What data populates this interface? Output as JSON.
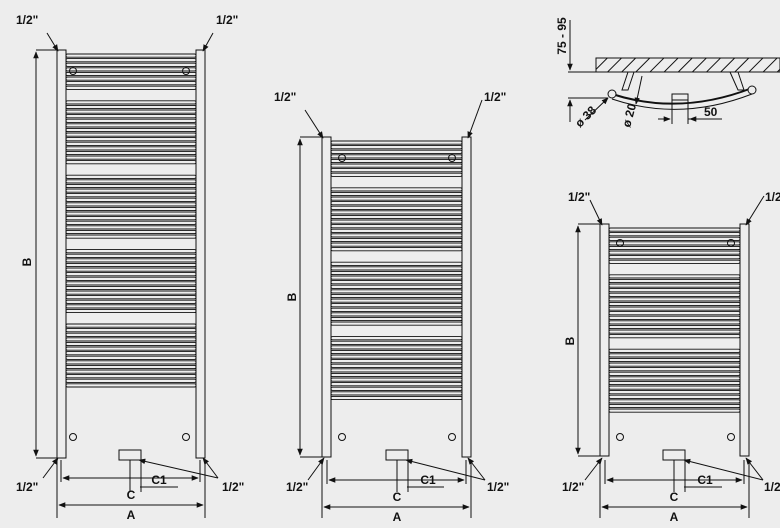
{
  "background": "#ededed",
  "line_color": "#111111",
  "pipe_size": "1/2\"",
  "dims": {
    "width": "A",
    "height": "B",
    "connection": "C",
    "offset": "C1",
    "wall_min_max": "75 - 95",
    "tube_outer": "ø 38",
    "tube_inner": "ø 20",
    "depth": "50"
  },
  "radiators": [
    {
      "label_left": "1/2\"",
      "label_right": "1/2\""
    },
    {
      "label_left": "1/2\"",
      "label_right": "1/2\""
    },
    {
      "label_left": "1/2\"",
      "label_right": "1/2\""
    }
  ]
}
